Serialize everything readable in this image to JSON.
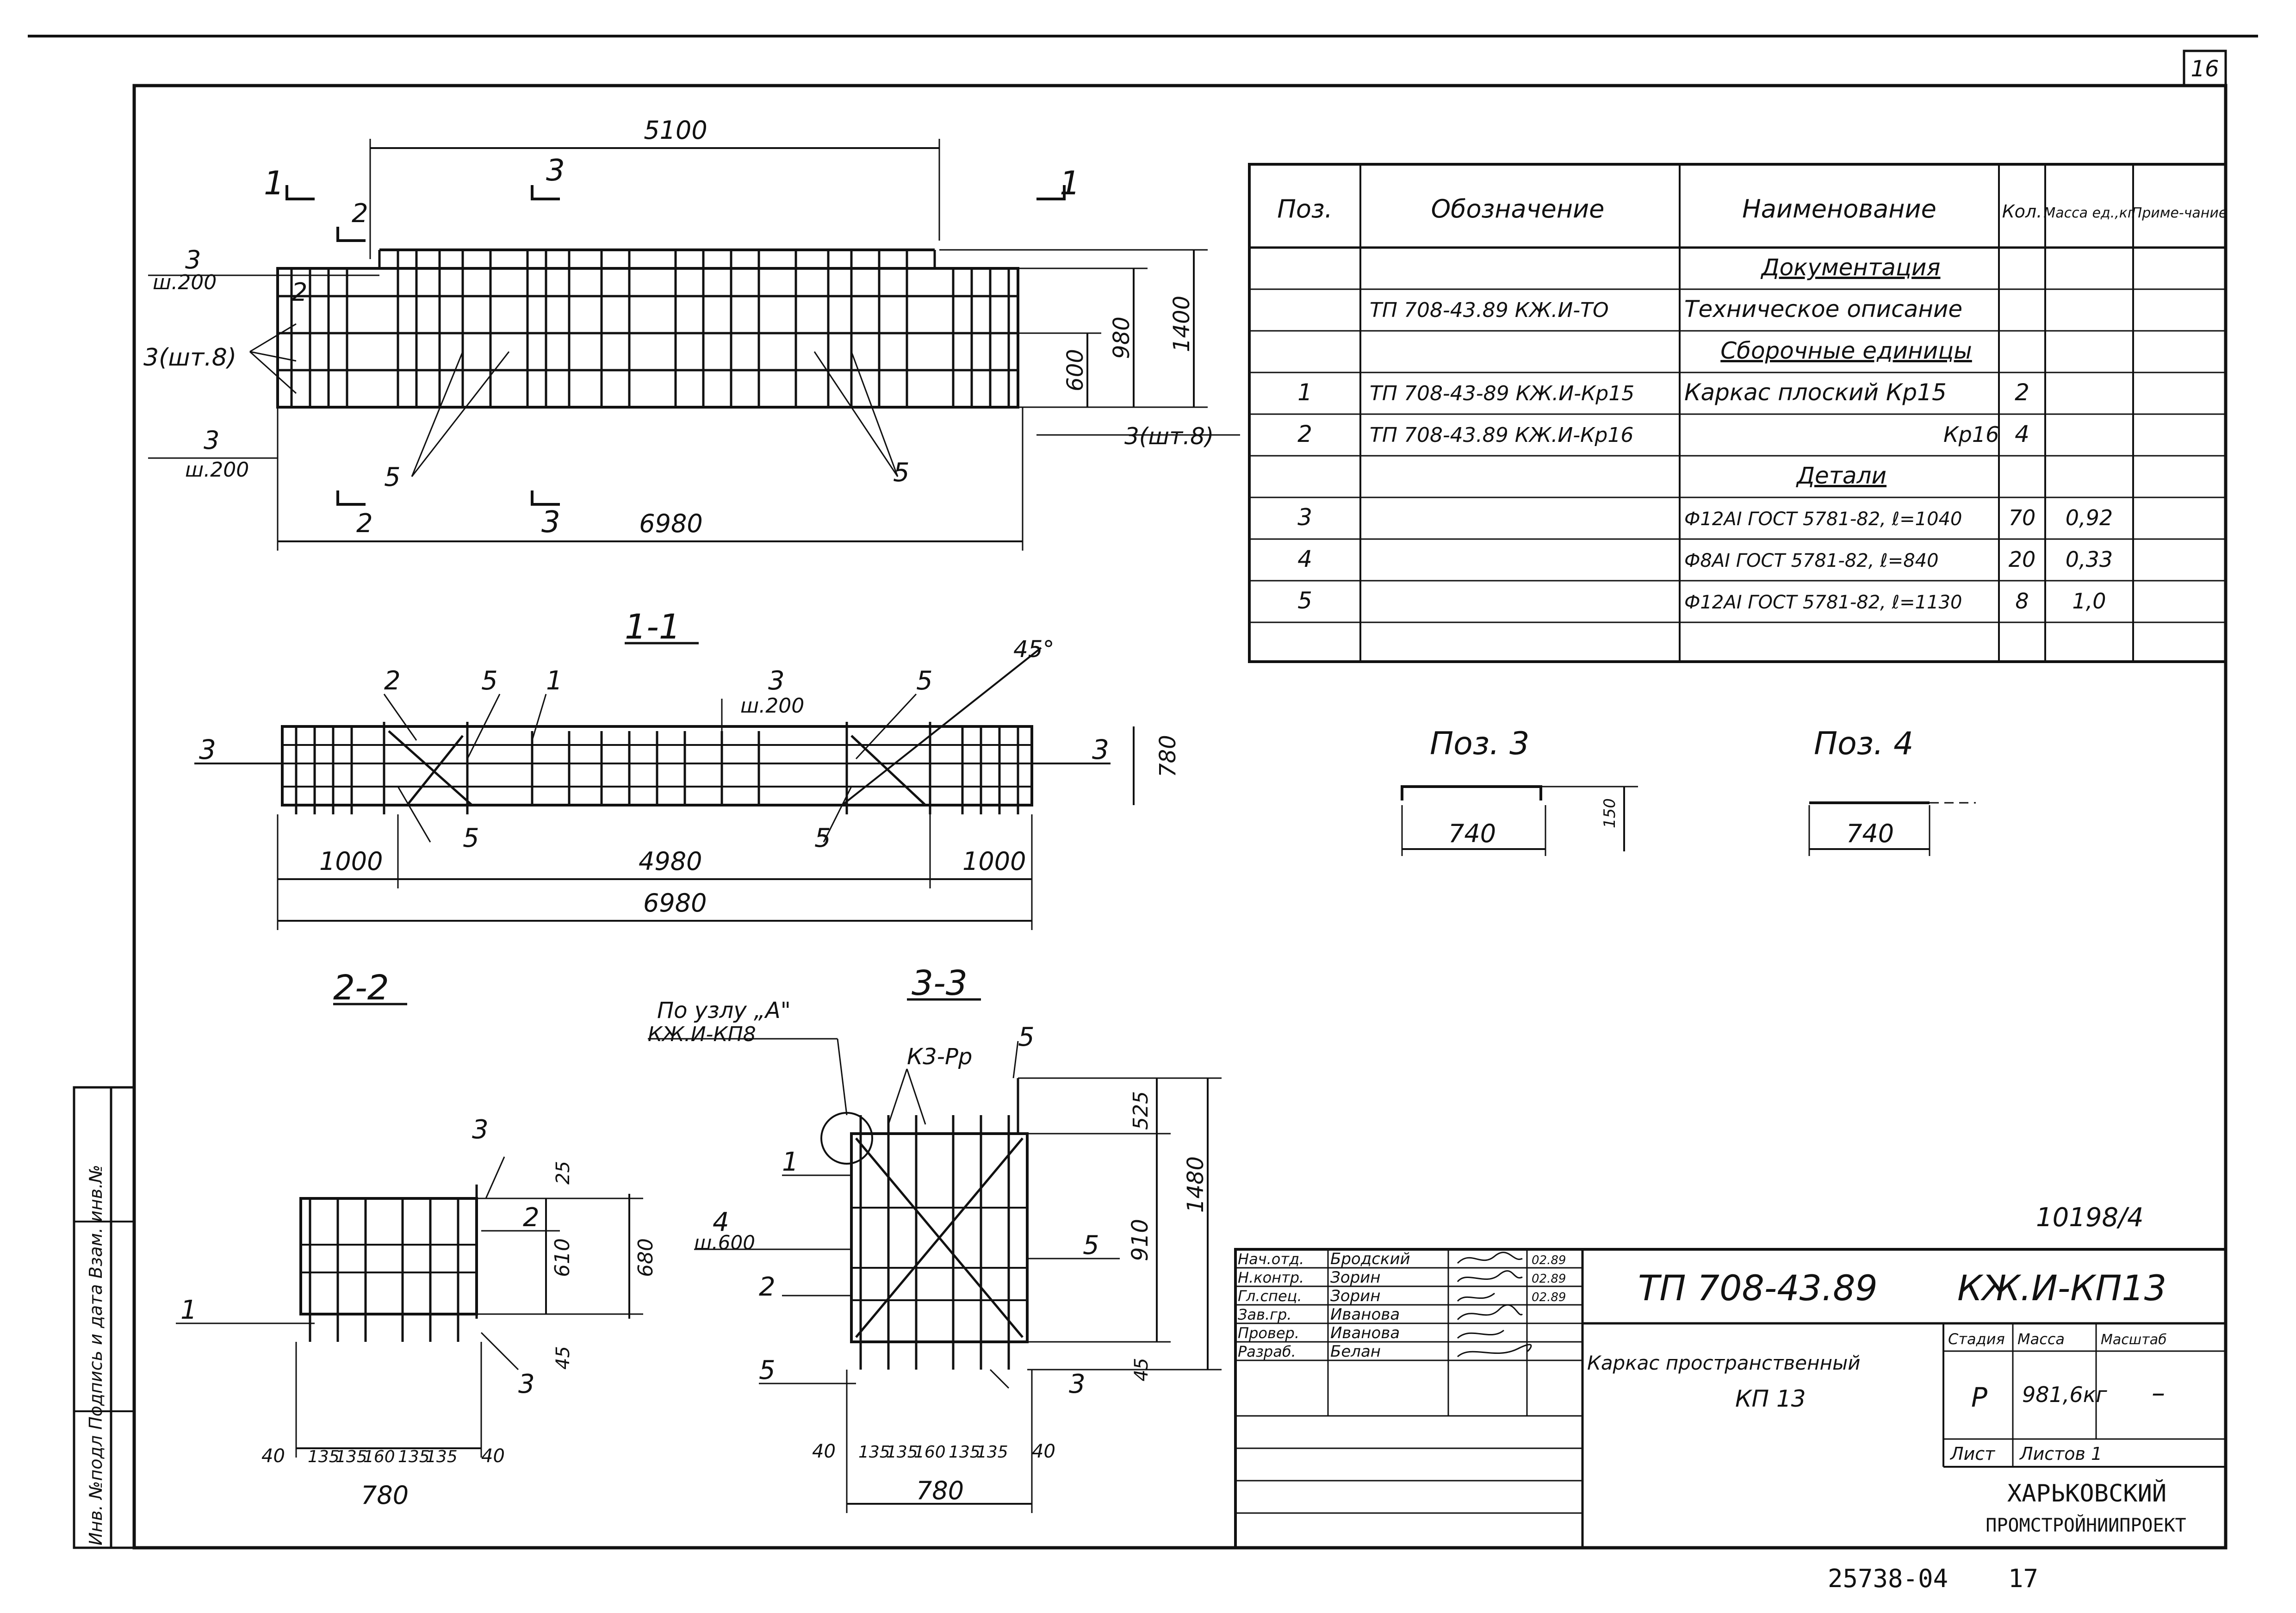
{
  "sheet": {
    "page_number": "16",
    "archive_number": "10198/4",
    "footer_code": "25738-04",
    "footer_sheet": "17",
    "side_stamp": "Инв. №подл Подпись и дата Взам. инв.№"
  },
  "plan": {
    "dim_top": "5100",
    "dim_bottom": "6980",
    "dim_600": "600",
    "dim_980": "980",
    "dim_1400": "1400",
    "label_1_left": "1",
    "label_1_right": "1",
    "label_3_top": "3",
    "label_3_bottom": "3",
    "label_2_top": "2",
    "label_2_bottom": "2",
    "pos3_a": "3",
    "pitch_a": "ш.200",
    "pos2": "2",
    "pos3_group": "3(шт.8)",
    "pos3_b": "3",
    "pitch_b": "ш.200",
    "pos5_left": "5",
    "pos5_right": "5",
    "pos3_right": "3(шт.8)"
  },
  "section_1_1": {
    "title": "1-1",
    "dim_780": "780",
    "dim_1000_left": "1000",
    "dim_4980": "4980",
    "dim_1000_right": "1000",
    "dim_6980": "6980",
    "angle": "45°",
    "pos3_left": "3",
    "pos3_right": "3",
    "pos2": "2",
    "pos5_a": "5",
    "pos1": "1",
    "pos3_mid": "3",
    "pitch": "ш.200",
    "pos5_b": "5",
    "pos5_c": "5",
    "pos5_d": "5"
  },
  "section_2_2": {
    "title": "2-2",
    "pos3_top": "3",
    "dim_25": "25",
    "pos2": "2",
    "dim_610": "610",
    "dim_680": "680",
    "pos1": "1",
    "dim_45": "45",
    "pos3_bottom": "3",
    "bottom_dims": [
      "40",
      "135",
      "135",
      "160",
      "135",
      "135",
      "40"
    ],
    "dim_780": "780"
  },
  "section_3_3": {
    "title": "3-3",
    "node_ref_1": "По узлу „А\"",
    "node_ref_2": "КЖ.И-КП8",
    "ref_k3": "К3-Рр",
    "pos5_top": "5",
    "dim_525": "525",
    "dim_1480": "1480",
    "pos1": "1",
    "pos4": "4",
    "pitch": "ш.600",
    "pos5_mid": "5",
    "dim_910": "910",
    "pos2": "2",
    "pos5_bottom": "5",
    "pos3": "3",
    "dim_45": "45",
    "bottom_dims": [
      "40",
      "135",
      "135",
      "160",
      "135",
      "135",
      "40"
    ],
    "dim_780": "780"
  },
  "spec_table": {
    "headers": [
      "Поз.",
      "Обозначение",
      "Наименование",
      "Кол.",
      "Масса ед.,кг",
      "Приме-чание"
    ],
    "rows": [
      [
        "",
        "",
        "Документация",
        "",
        "",
        ""
      ],
      [
        "",
        "ТП 708-43.89   КЖ.И-ТО",
        "Техническое описание",
        "",
        "",
        ""
      ],
      [
        "",
        "",
        "Сборочные единицы",
        "",
        "",
        ""
      ],
      [
        "1",
        "ТП 708-43-89  КЖ.И-Кр15",
        "Каркас плоский Кр15",
        "2",
        "",
        ""
      ],
      [
        "2",
        "ТП 708-43.89  КЖ.И-Кр16",
        "Кр16",
        "4",
        "",
        ""
      ],
      [
        "",
        "",
        "Детали",
        "",
        "",
        ""
      ],
      [
        "3",
        "",
        "Ф12АI ГОСТ 5781-82, ℓ=1040",
        "70",
        "0,92",
        ""
      ],
      [
        "4",
        "",
        "Ф8АI ГОСТ 5781-82, ℓ=840",
        "20",
        "0,33",
        ""
      ],
      [
        "5",
        "",
        "Ф12АI ГОСТ 5781-82, ℓ=1130",
        "8",
        "1,0",
        ""
      ],
      [
        "",
        "",
        "",
        "",
        "",
        ""
      ]
    ]
  },
  "details": {
    "pos3_title": "Поз. 3",
    "pos3_len": "740",
    "pos3_hook": "150",
    "pos4_title": "Поз. 4",
    "pos4_len": "740"
  },
  "title_block": {
    "signatures": [
      {
        "role": "Нач.отд.",
        "name": "Бродский",
        "date": "02.89"
      },
      {
        "role": "Н.контр.",
        "name": "Зорин",
        "date": "02.89"
      },
      {
        "role": "Гл.спец.",
        "name": "Зорин",
        "date": "02.89"
      },
      {
        "role": "Зав.гр.",
        "name": "Иванова",
        "date": ""
      },
      {
        "role": "Провер.",
        "name": "Иванова",
        "date": ""
      },
      {
        "role": "Разраб.",
        "name": "Белан",
        "date": ""
      }
    ],
    "doc_code": "ТП 708-43.89",
    "doc_mark": "КЖ.И-КП13",
    "name_line1": "Каркас пространственный",
    "name_line2": "КП 13",
    "stage_h": "Стадия",
    "mass_h": "Масса",
    "scale_h": "Масштаб",
    "stage": "Р",
    "mass": "981,6кг",
    "scale": "–",
    "sheet_label": "Лист",
    "sheets_label": "Листов 1",
    "org_1": "ХАРЬКОВСКИЙ",
    "org_2": "ПРОМСТРОЙНИИПРОЕКТ"
  }
}
